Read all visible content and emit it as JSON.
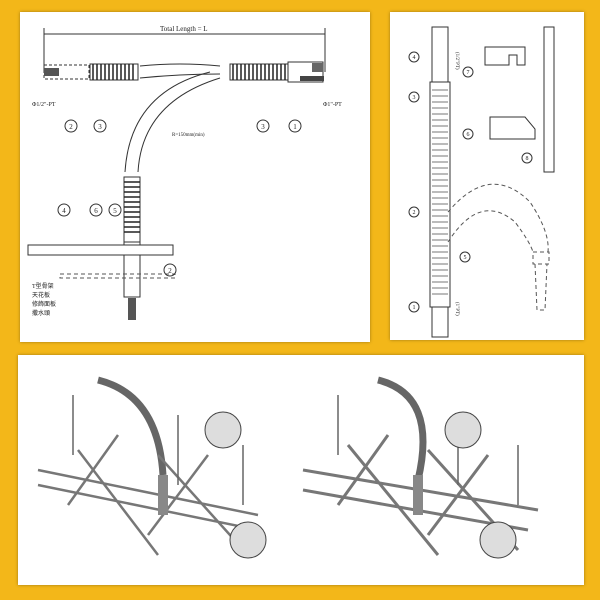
{
  "panel1": {
    "total_length": "Total Length = L",
    "left_thread": "Φ1/2\"-PT",
    "right_thread": "Φ1\"-PT",
    "radius": "R=150mm(min)",
    "callouts": [
      "2",
      "3",
      "3",
      "1",
      "4",
      "6",
      "5",
      "2"
    ],
    "legend": [
      "T型骨架",
      "天花板",
      "修飾面板",
      "撒水頭"
    ]
  },
  "panel2": {
    "callouts": [
      "4",
      "3",
      "2",
      "5",
      "1",
      "7",
      "6",
      "8"
    ],
    "top_thread": "(1/2\"PT)",
    "bottom_thread": "(1\"PT)"
  }
}
